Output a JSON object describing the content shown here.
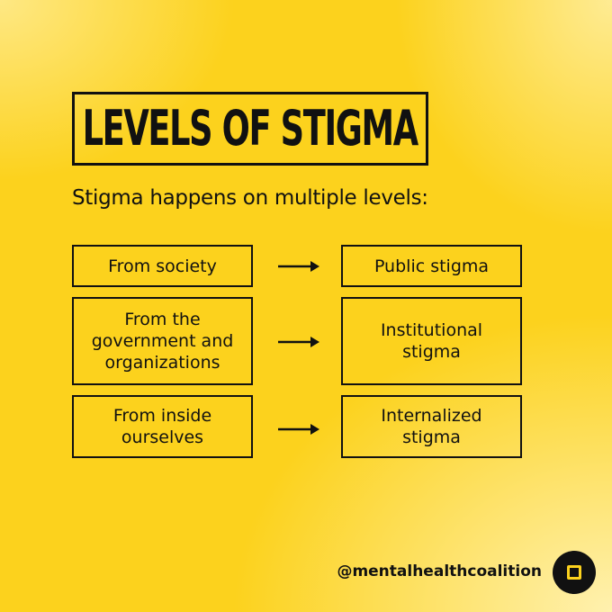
{
  "title": "LEVELS OF STIGMA",
  "subtitle": "Stigma happens on multiple levels:",
  "rows": [
    {
      "source": "From society",
      "result": "Public stigma"
    },
    {
      "source": "From the\ngovernment and\norganizations",
      "result": "Institutional\nstigma"
    },
    {
      "source": "From inside\nourselves",
      "result": "Internalized\nstigma"
    }
  ],
  "footer": {
    "handle": "@mentalhealthcoalition",
    "logo_icon": "square-in-circle-icon"
  },
  "colors": {
    "background": "#fcd21d",
    "ink": "#111111"
  }
}
